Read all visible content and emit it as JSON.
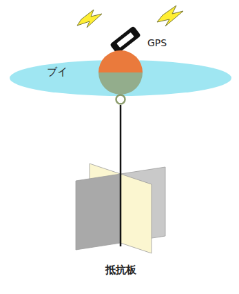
{
  "diagram": {
    "nodes": [
      {
        "text": [
          "ブイ"
        ]
      },
      {
        "text": [
          "抵抗板"
        ]
      }
    ],
    "edges": [
      {
        "from": 0,
        "to": 1,
        "arrow": "none"
      }
    ],
    "labels": [
      "GPS"
    ]
  }
}
